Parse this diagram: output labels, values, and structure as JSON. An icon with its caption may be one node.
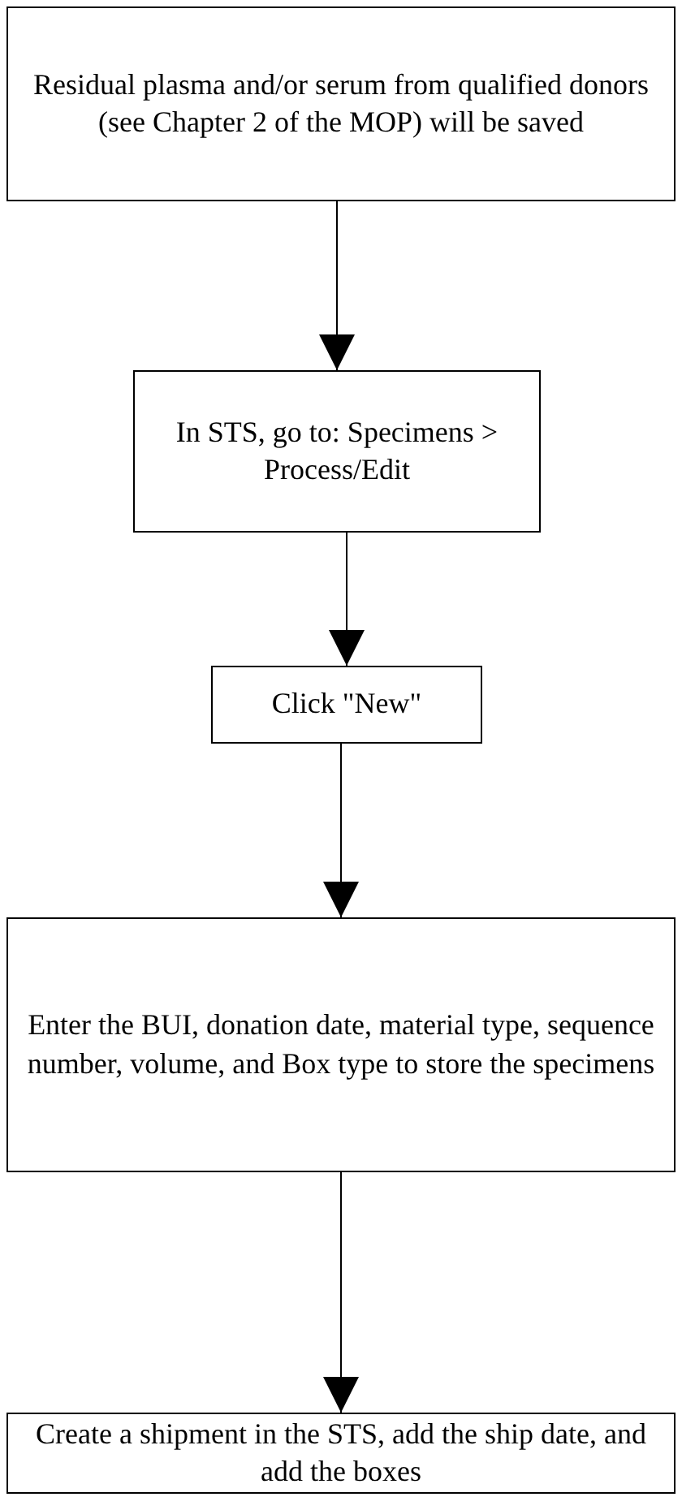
{
  "diagram": {
    "nodes": [
      {
        "text": [
          "Residual plasma and/or serum from qualified donors (see Chapter 2 of the MOP) will be saved"
        ]
      },
      {
        "text": [
          "In STS, go to: Specimens > Process/Edit"
        ]
      },
      {
        "text": [
          "Click \"New\""
        ]
      },
      {
        "text": [
          "Enter the BUI, donation date, material type, sequence number, volume, and Box type to store the specimens"
        ]
      },
      {
        "text": [
          "Create a shipment in the STS, add the ship date, and add the boxes"
        ]
      }
    ],
    "edges": [
      {
        "from": 0,
        "to": 1,
        "arrow": "to"
      },
      {
        "from": 1,
        "to": 2,
        "arrow": "to"
      },
      {
        "from": 2,
        "to": 3,
        "arrow": "to"
      },
      {
        "from": 3,
        "to": 4,
        "arrow": "to"
      }
    ]
  }
}
